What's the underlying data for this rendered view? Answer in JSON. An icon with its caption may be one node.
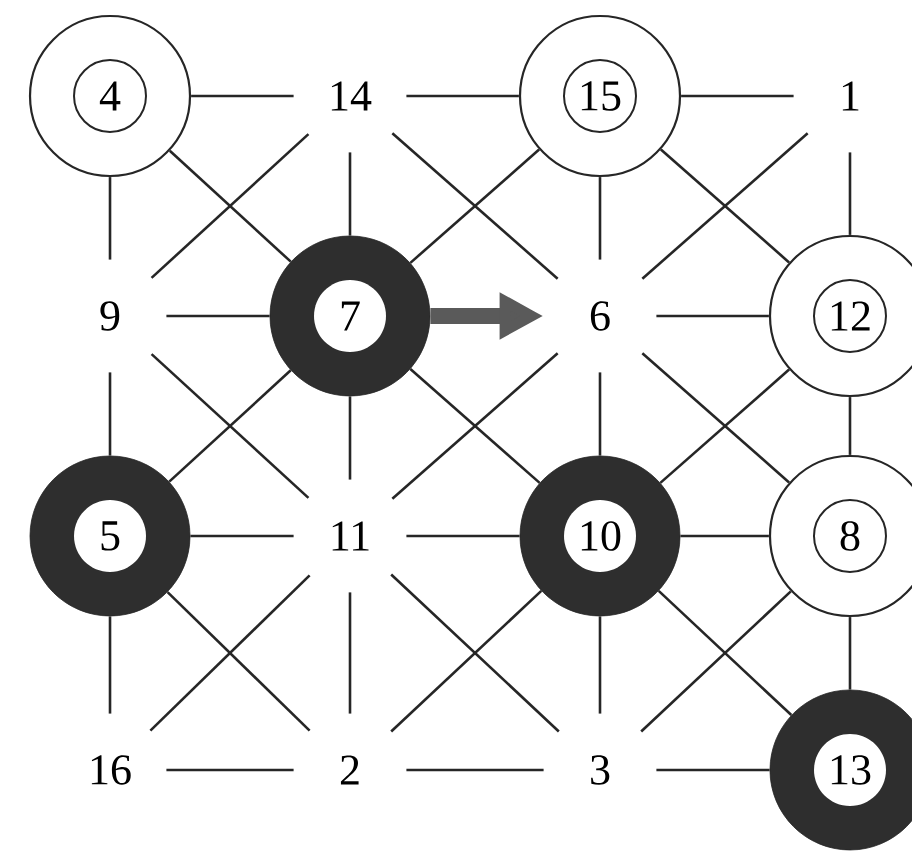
{
  "diagram": {
    "nodes": [
      {
        "text": [
          "4"
        ]
      },
      {
        "text": [
          "14"
        ]
      },
      {
        "text": [
          "15"
        ]
      },
      {
        "text": [
          "1"
        ]
      },
      {
        "text": [
          "9"
        ]
      },
      {
        "text": [
          "7"
        ]
      },
      {
        "text": [
          "6"
        ]
      },
      {
        "text": [
          "12"
        ]
      },
      {
        "text": [
          "5"
        ]
      },
      {
        "text": [
          "11"
        ]
      },
      {
        "text": [
          "10"
        ]
      },
      {
        "text": [
          "8"
        ]
      },
      {
        "text": [
          "16"
        ]
      },
      {
        "text": [
          "2"
        ]
      },
      {
        "text": [
          "3"
        ]
      },
      {
        "text": [
          "13"
        ]
      }
    ],
    "edges": [
      {
        "from": 0,
        "to": 1,
        "arrow": "none"
      },
      {
        "from": 1,
        "to": 2,
        "arrow": "none"
      },
      {
        "from": 2,
        "to": 3,
        "arrow": "none"
      },
      {
        "from": 4,
        "to": 5,
        "arrow": "none"
      },
      {
        "from": 5,
        "to": 6,
        "arrow": "to",
        "style": "thick",
        "color": "#5a5a5a"
      },
      {
        "from": 6,
        "to": 7,
        "arrow": "none"
      },
      {
        "from": 8,
        "to": 9,
        "arrow": "none"
      },
      {
        "from": 9,
        "to": 10,
        "arrow": "none"
      },
      {
        "from": 10,
        "to": 11,
        "arrow": "none"
      },
      {
        "from": 12,
        "to": 13,
        "arrow": "none"
      },
      {
        "from": 13,
        "to": 14,
        "arrow": "none"
      },
      {
        "from": 14,
        "to": 15,
        "arrow": "none"
      },
      {
        "from": 0,
        "to": 4,
        "arrow": "none"
      },
      {
        "from": 4,
        "to": 8,
        "arrow": "none"
      },
      {
        "from": 8,
        "to": 12,
        "arrow": "none"
      },
      {
        "from": 1,
        "to": 5,
        "arrow": "none"
      },
      {
        "from": 5,
        "to": 9,
        "arrow": "none"
      },
      {
        "from": 9,
        "to": 13,
        "arrow": "none"
      },
      {
        "from": 2,
        "to": 6,
        "arrow": "none"
      },
      {
        "from": 6,
        "to": 10,
        "arrow": "none"
      },
      {
        "from": 10,
        "to": 14,
        "arrow": "none"
      },
      {
        "from": 3,
        "to": 7,
        "arrow": "none"
      },
      {
        "from": 7,
        "to": 11,
        "arrow": "none"
      },
      {
        "from": 11,
        "to": 15,
        "arrow": "none"
      },
      {
        "from": 0,
        "to": 5,
        "arrow": "none"
      },
      {
        "from": 1,
        "to": 4,
        "arrow": "none"
      },
      {
        "from": 1,
        "to": 6,
        "arrow": "none"
      },
      {
        "from": 2,
        "to": 5,
        "arrow": "none"
      },
      {
        "from": 2,
        "to": 7,
        "arrow": "none"
      },
      {
        "from": 3,
        "to": 6,
        "arrow": "none"
      },
      {
        "from": 4,
        "to": 9,
        "arrow": "none"
      },
      {
        "from": 5,
        "to": 8,
        "arrow": "none"
      },
      {
        "from": 5,
        "to": 10,
        "arrow": "none"
      },
      {
        "from": 6,
        "to": 9,
        "arrow": "none"
      },
      {
        "from": 6,
        "to": 11,
        "arrow": "none"
      },
      {
        "from": 7,
        "to": 10,
        "arrow": "none"
      },
      {
        "from": 8,
        "to": 13,
        "arrow": "none"
      },
      {
        "from": 9,
        "to": 12,
        "arrow": "none"
      },
      {
        "from": 9,
        "to": 14,
        "arrow": "none"
      },
      {
        "from": 10,
        "to": 13,
        "arrow": "none"
      },
      {
        "from": 10,
        "to": 15,
        "arrow": "none"
      },
      {
        "from": 11,
        "to": 14,
        "arrow": "none"
      }
    ]
  }
}
